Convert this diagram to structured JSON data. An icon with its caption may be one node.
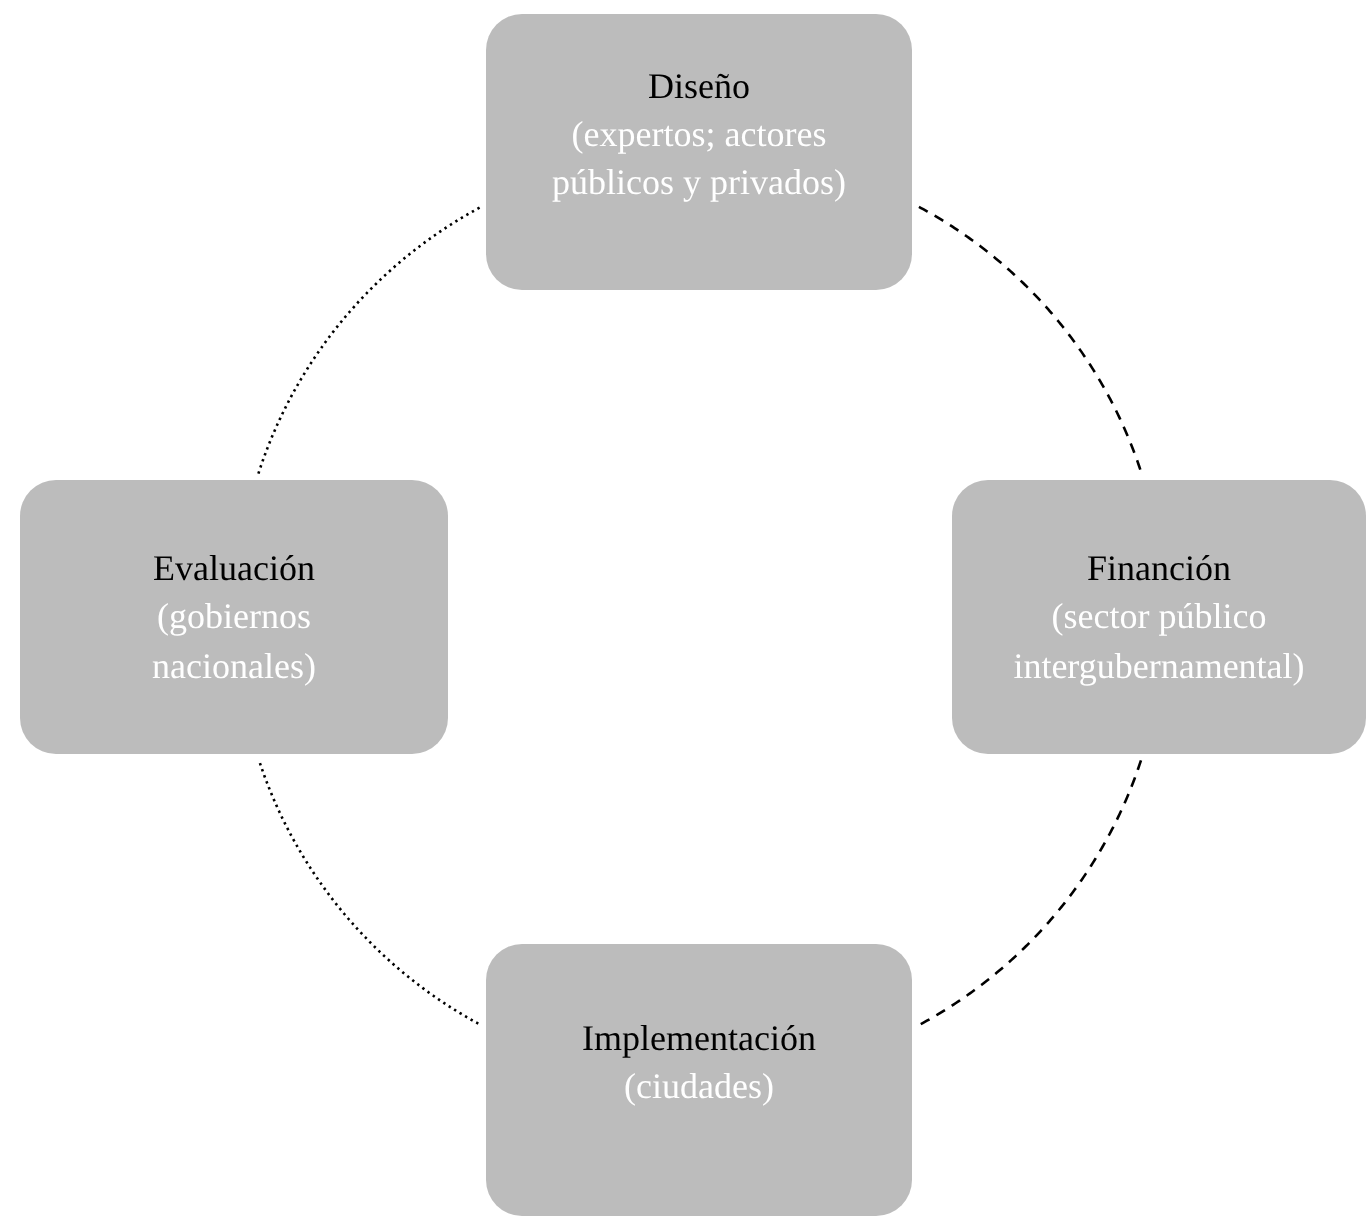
{
  "diagram": {
    "nodes": [
      {
        "text": [
          "Diseño",
          "(expertos; actores públicos y privados)"
        ]
      },
      {
        "text": [
          "Evaluación",
          "(gobiernos nacionales)"
        ]
      },
      {
        "text": [
          "Financión",
          "(sector público intergubernamental)"
        ]
      },
      {
        "text": [
          "Implementación",
          "(ciudades)"
        ]
      }
    ],
    "edges": [
      {
        "from": 0,
        "to": 2,
        "arrow": "none",
        "style": "dashed"
      },
      {
        "from": 2,
        "to": 3,
        "arrow": "none",
        "style": "dashed"
      },
      {
        "from": 3,
        "to": 1,
        "arrow": "none"
      },
      {
        "from": 1,
        "to": 0,
        "arrow": "none"
      }
    ]
  }
}
